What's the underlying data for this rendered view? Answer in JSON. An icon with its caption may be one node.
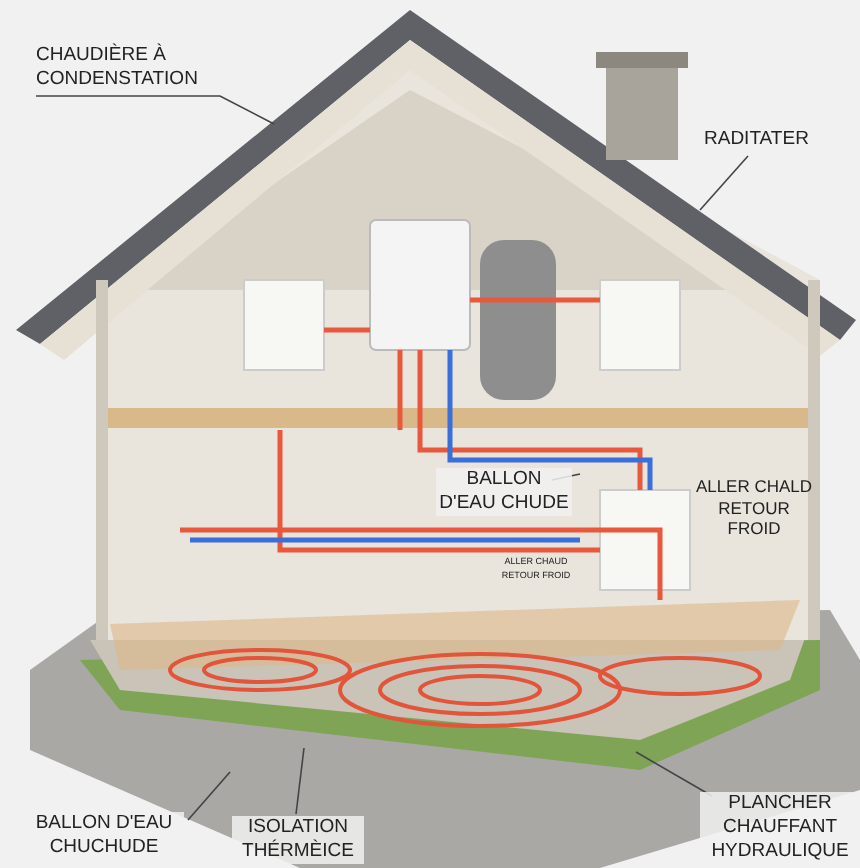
{
  "diagram": {
    "nodes": [
      {
        "text": [
          "CHAUDIÈRE À CONDENSTATION"
        ]
      },
      {
        "text": [
          "RADITATER"
        ]
      },
      {
        "text": [
          "BALLON D'EAU CHUDE"
        ]
      },
      {
        "text": [
          "BALLON D'EAU CHUCHUDE"
        ]
      },
      {
        "text": [
          "ISOLATION THÉRMÈICE"
        ]
      },
      {
        "text": [
          "PLANCHER CHAUFFANT HYDRAULIQUE"
        ]
      }
    ],
    "edges": [
      {
        "from": 0,
        "to": null,
        "arrow": "none"
      },
      {
        "from": 1,
        "to": null,
        "arrow": "none"
      },
      {
        "from": 2,
        "to": null,
        "arrow": "none"
      },
      {
        "from": 3,
        "to": null,
        "arrow": "none"
      },
      {
        "from": 4,
        "to": null,
        "arrow": "none"
      },
      {
        "from": 5,
        "to": null,
        "arrow": "none"
      }
    ],
    "labels": [
      "ALLER CHALD RETOUR FROID",
      "ALLER CHAUD RETOUR FROID"
    ]
  }
}
